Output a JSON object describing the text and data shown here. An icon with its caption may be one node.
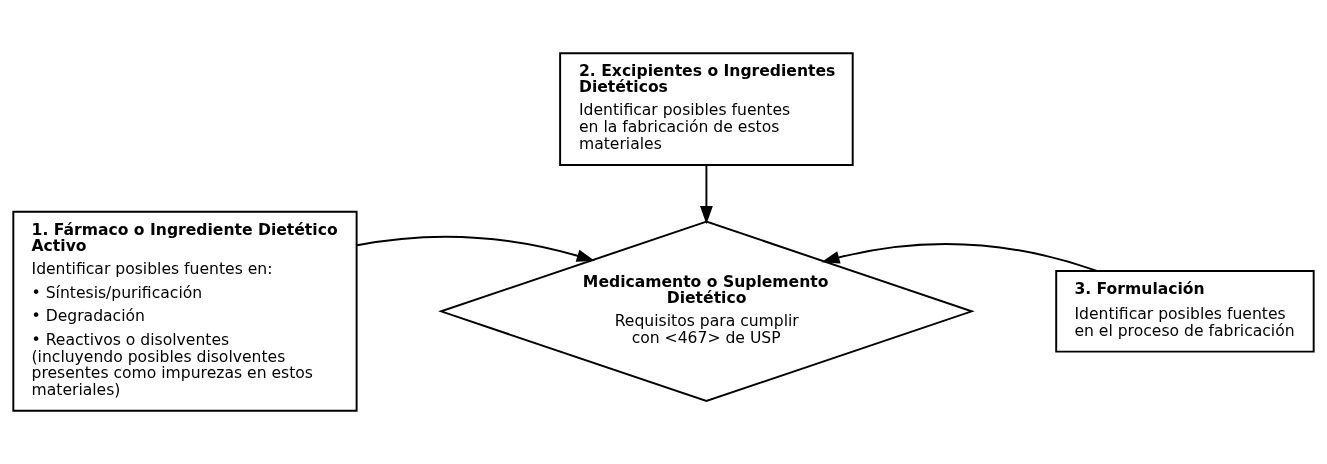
{
  "diagram": {
    "nodes": [
      {
        "text": [
          "2. Excipientes o Ingredientes Dietéticos",
          "Identificar posibles fuentes en la fabricación de estos materiales"
        ]
      },
      {
        "text": [
          "1. Fármaco o Ingrediente Dietético Activo",
          "Identificar posibles fuentes en:",
          "• Síntesis/purificación",
          "• Degradación",
          "• Reactivos o disolventes (incluyendo posibles disolventes presentes como impurezas en estos materiales)"
        ]
      },
      {
        "text": [
          "Medicamento o Suplemento Dietético",
          "Requisitos para cumplir con <467> de USP"
        ]
      },
      {
        "text": [
          "3. Formulación",
          "Identificar posibles fuentes en el proceso de fabricación"
        ]
      }
    ],
    "edges": [
      {
        "from": 0,
        "to": 2,
        "arrow": "to"
      },
      {
        "from": 1,
        "to": 2,
        "arrow": "to"
      },
      {
        "from": 3,
        "to": 2,
        "arrow": "to"
      }
    ]
  }
}
